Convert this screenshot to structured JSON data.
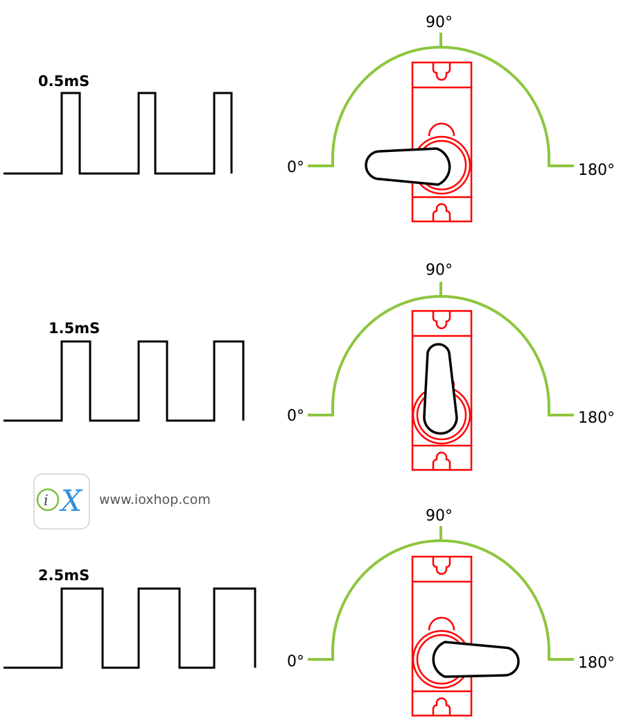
{
  "colors": {
    "arc": "#8DC63F",
    "servo": "#FF0000",
    "line": "#000000",
    "logo_i": "#7DBE3A",
    "logo_x": "#2E8FE0",
    "logo_text": "#555555"
  },
  "panels": [
    {
      "pulse_label": "0.5mS",
      "angle_label_top": "90°",
      "angle_label_left": "0°",
      "angle_label_right": "180°",
      "horn_angle_deg": 0
    },
    {
      "pulse_label": "1.5mS",
      "angle_label_top": "90°",
      "angle_label_left": "0°",
      "angle_label_right": "180°",
      "horn_angle_deg": 90
    },
    {
      "pulse_label": "2.5mS",
      "angle_label_top": "90°",
      "angle_label_left": "0°",
      "angle_label_right": "180°",
      "horn_angle_deg": 180
    }
  ],
  "logo": {
    "letter_i": "i",
    "letter_x": "X",
    "website": "www.ioxhop.com"
  }
}
